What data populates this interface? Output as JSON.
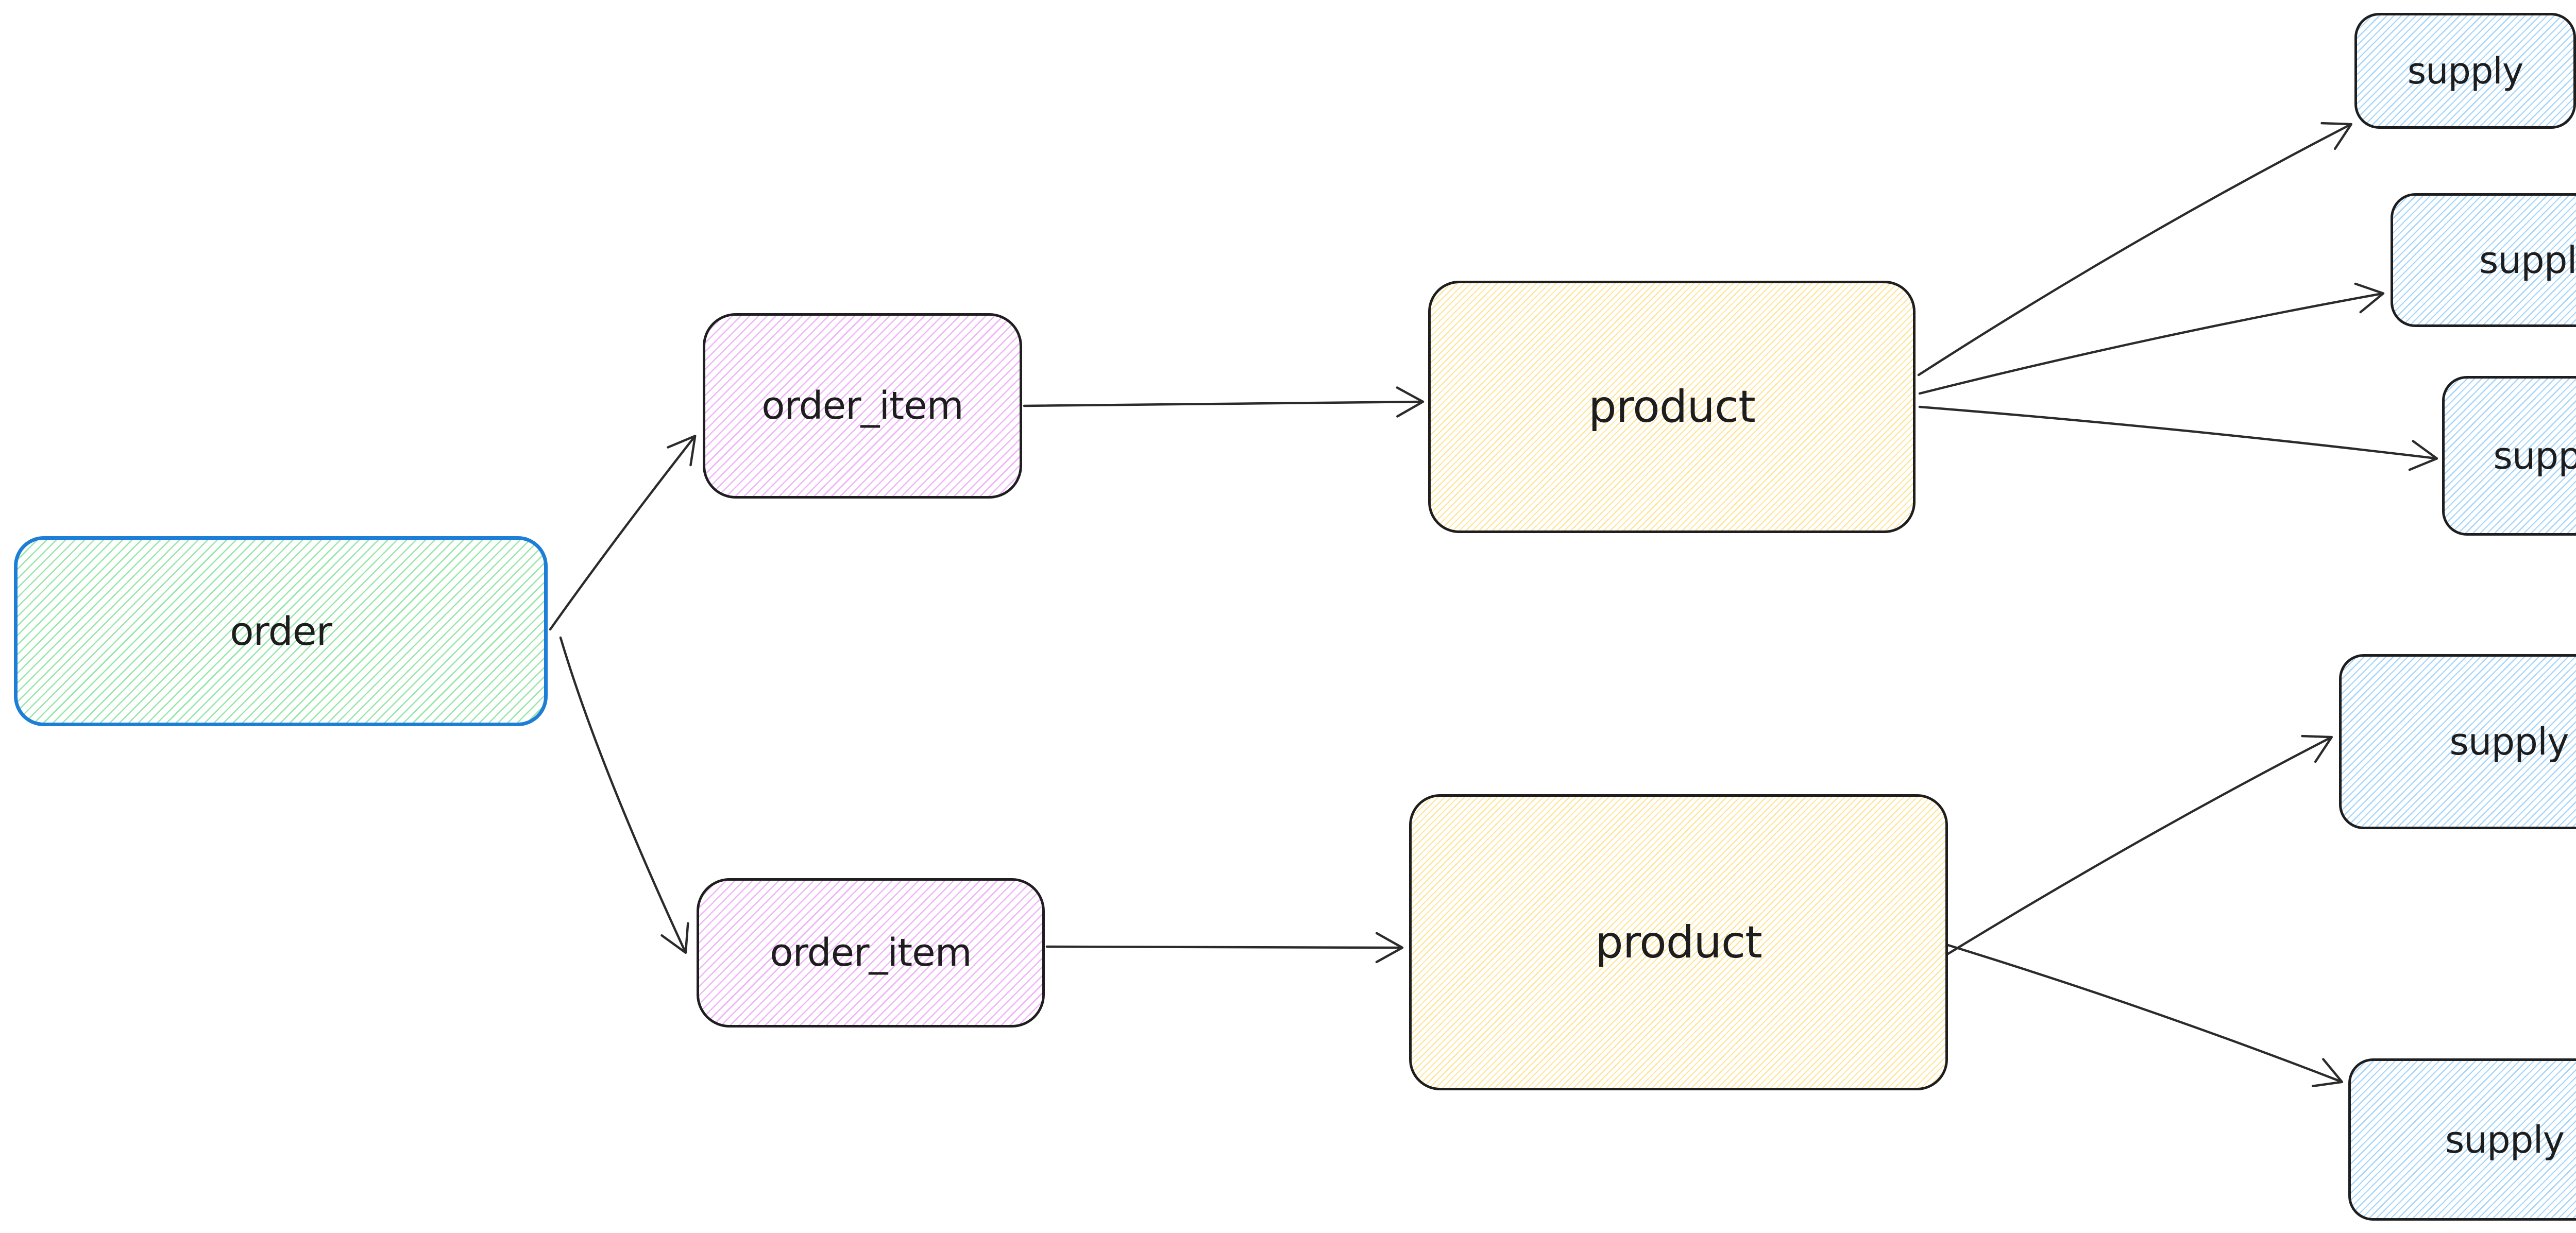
{
  "canvas": {
    "background": "#ffffff"
  },
  "colors": {
    "canvas_bg": "#ffffff",
    "order_stroke": "#1c7ed6",
    "shape_stroke": "#1e1e1e",
    "arrow": "#2b2b2b",
    "label": "#1d1d1d",
    "hachure_green": "#96e6a8",
    "hachure_violet": "#f0b4fa",
    "hachure_yellow": "#ffe38f",
    "hachure_blue": "#a3d5fc"
  },
  "nodes": [
    {
      "id": "order",
      "label": "order",
      "palette": "green"
    },
    {
      "id": "order_item_top",
      "label": "order_item",
      "palette": "violet"
    },
    {
      "id": "order_item_bottom",
      "label": "order_item",
      "palette": "violet"
    },
    {
      "id": "product_top",
      "label": "product",
      "palette": "yellow"
    },
    {
      "id": "product_bottom",
      "label": "product",
      "palette": "yellow"
    },
    {
      "id": "supply_1",
      "label": "supply",
      "palette": "blue"
    },
    {
      "id": "supply_2",
      "label": "supply",
      "palette": "blue"
    },
    {
      "id": "supply_3",
      "label": "supply",
      "palette": "blue"
    },
    {
      "id": "supply_4",
      "label": "supply",
      "palette": "blue"
    },
    {
      "id": "supply_5",
      "label": "supply",
      "palette": "blue"
    }
  ],
  "edges": [
    {
      "from": "order",
      "to": "order_item_top"
    },
    {
      "from": "order",
      "to": "order_item_bottom"
    },
    {
      "from": "order_item_top",
      "to": "product_top"
    },
    {
      "from": "order_item_bottom",
      "to": "product_bottom"
    },
    {
      "from": "product_top",
      "to": "supply_1"
    },
    {
      "from": "product_top",
      "to": "supply_2"
    },
    {
      "from": "product_top",
      "to": "supply_3"
    },
    {
      "from": "product_bottom",
      "to": "supply_4"
    },
    {
      "from": "product_bottom",
      "to": "supply_5"
    }
  ]
}
